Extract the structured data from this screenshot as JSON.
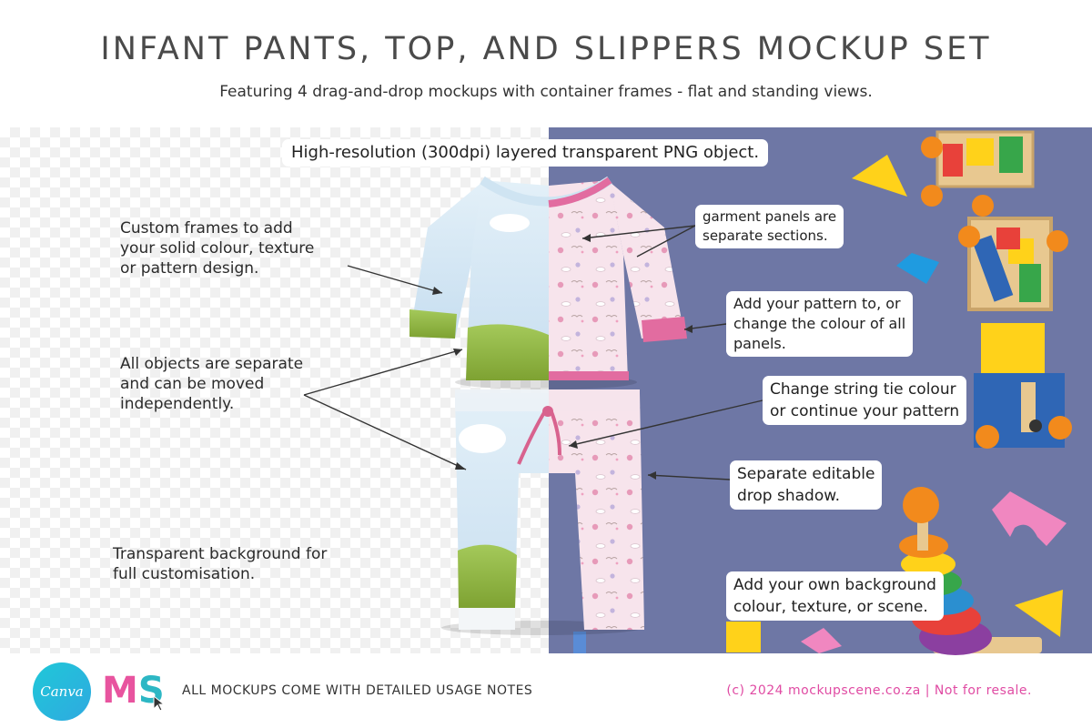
{
  "header": {
    "title": "INFANT PANTS, TOP, AND SLIPPERS MOCKUP SET",
    "subtitle": "Featuring 4 drag-and-drop mockups with container frames - flat and standing views."
  },
  "callouts": {
    "top_note": "High-resolution (300dpi) layered transparent PNG object.",
    "garment_panels": "garment panels are\nseparate sections.",
    "add_pattern": "Add your pattern to, or\nchange the colour of all\npanels.",
    "string_tie": "Change string tie colour\nor continue your pattern",
    "drop_shadow": "Separate editable\ndrop shadow.",
    "background": "Add your own background\ncolour, texture, or scene."
  },
  "left_notes": {
    "custom_frames": "Custom frames to add\nyour solid colour, texture\nor pattern design.",
    "separate_objects": "All objects are separate\nand can be  moved\nindependently.",
    "transparent_bg": "Transparent background for\nfull  customisation."
  },
  "footer": {
    "canva_logo_text": "Canva",
    "ms_logo_m": "M",
    "ms_logo_s": "S",
    "usage_notes": "ALL MOCKUPS COME WITH DETAILED USAGE NOTES",
    "copyright": "(c) 2024 mockupscene.co.za | Not for resale."
  },
  "colors": {
    "scene_background": "#6e77a5",
    "sky": "#cfe4f2",
    "grass": "#8db53e",
    "garment_pink": "#f6e2ea",
    "trim_pink": "#e26ca0",
    "brand_pink": "#e04ba3",
    "brand_teal": "#2db7c4"
  },
  "icons": {
    "canva": "canva-logo",
    "ms": "ms-logo",
    "cursor": "cursor-arrow-icon"
  }
}
